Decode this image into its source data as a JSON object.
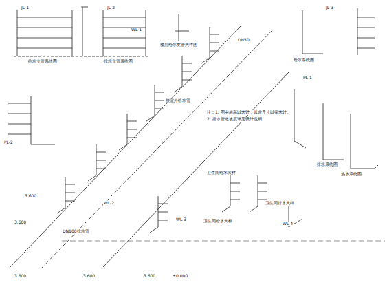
{
  "diagram": {
    "labels": [
      "JL-1",
      "JL-2",
      "给水立管系统图",
      "排水立管系统图",
      "楼层给水支管大样图",
      "给水系统图",
      "JL-3",
      "排水系统图",
      "WL-1",
      "热水系统图",
      "接室外给水管",
      "注：1. 图中标高以米计，其余尺寸以毫米计。",
      "2. 排水管道坡度详见设计说明。",
      "卫生间给水大样",
      "卫生间排水大样",
      "WL-2",
      "WL-3",
      "卫生间给水大样",
      "WL-4",
      "DN100排水管",
      "3.600",
      "3.600",
      "3.600",
      "3.600",
      "3.600",
      "±0.000",
      "PL-1",
      "PL-2",
      "DN50"
    ]
  }
}
